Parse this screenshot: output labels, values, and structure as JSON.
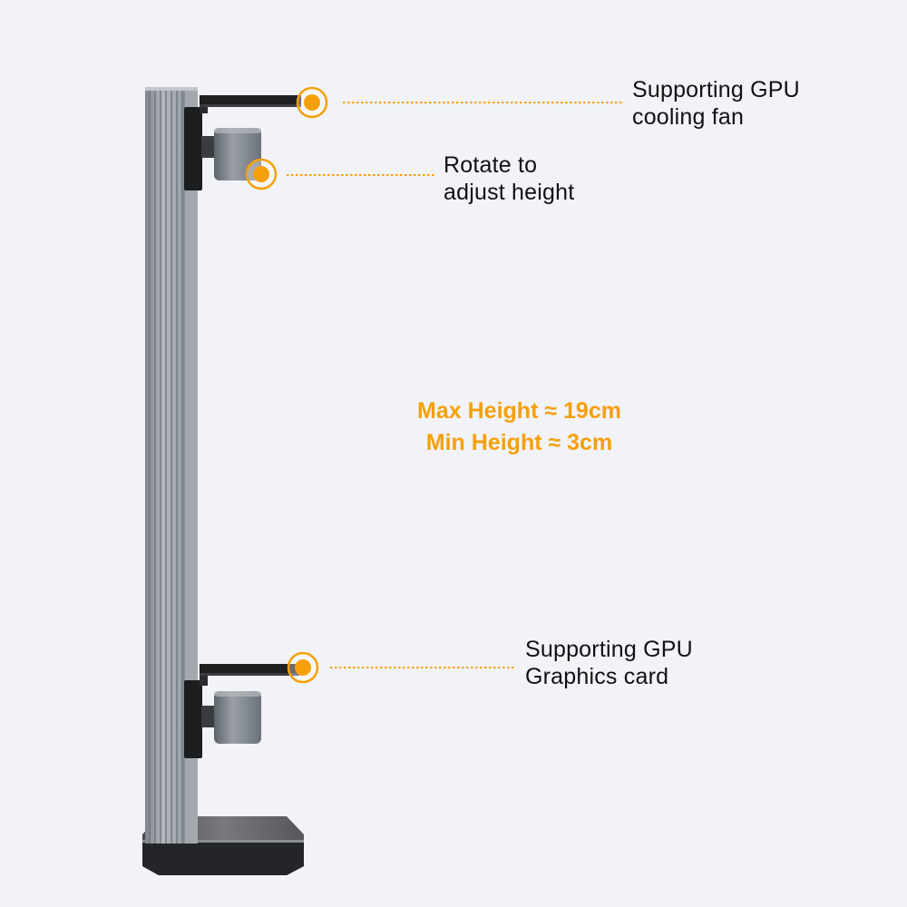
{
  "colors": {
    "background": "#f1f3f8",
    "accent": "#f5a00a",
    "text": "#111111",
    "pillar": "#9ea4ab",
    "bracket": "#1c1d1f",
    "base": "#2a2b2e"
  },
  "callouts": {
    "fan_support": {
      "line1": "Supporting GPU",
      "line2": "cooling fan"
    },
    "rotate": {
      "line1": "Rotate to",
      "line2": "adjust height"
    },
    "card_support": {
      "line1": "Supporting GPU",
      "line2": "Graphics card"
    }
  },
  "specs": {
    "max_height": "Max Height ≈ 19cm",
    "min_height": "Min Height ≈ 3cm"
  }
}
